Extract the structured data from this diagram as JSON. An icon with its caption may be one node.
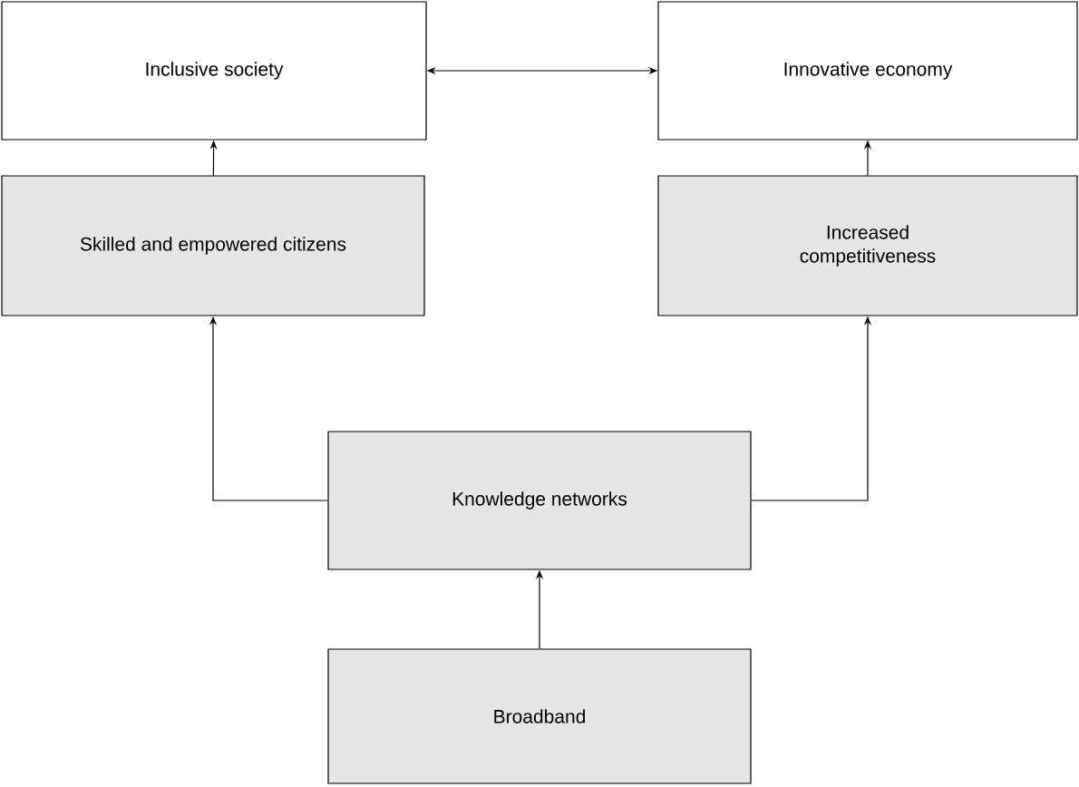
{
  "diagram": {
    "nodes": [
      {
        "text": [
          "Inclusive society"
        ]
      },
      {
        "text": [
          "Innovative economy"
        ]
      },
      {
        "text": [
          "Skilled and empowered citizens"
        ]
      },
      {
        "text": [
          "Increased competitiveness"
        ]
      },
      {
        "text": [
          "Knowledge networks"
        ]
      },
      {
        "text": [
          "Broadband"
        ]
      }
    ],
    "edges": [
      {
        "from": 0,
        "to": 1,
        "arrow": "both"
      },
      {
        "from": 2,
        "to": 0,
        "arrow": "to"
      },
      {
        "from": 3,
        "to": 1,
        "arrow": "to"
      },
      {
        "from": 4,
        "to": 2,
        "arrow": "to"
      },
      {
        "from": 4,
        "to": 3,
        "arrow": "to"
      },
      {
        "from": 5,
        "to": 4,
        "arrow": "to"
      }
    ]
  }
}
